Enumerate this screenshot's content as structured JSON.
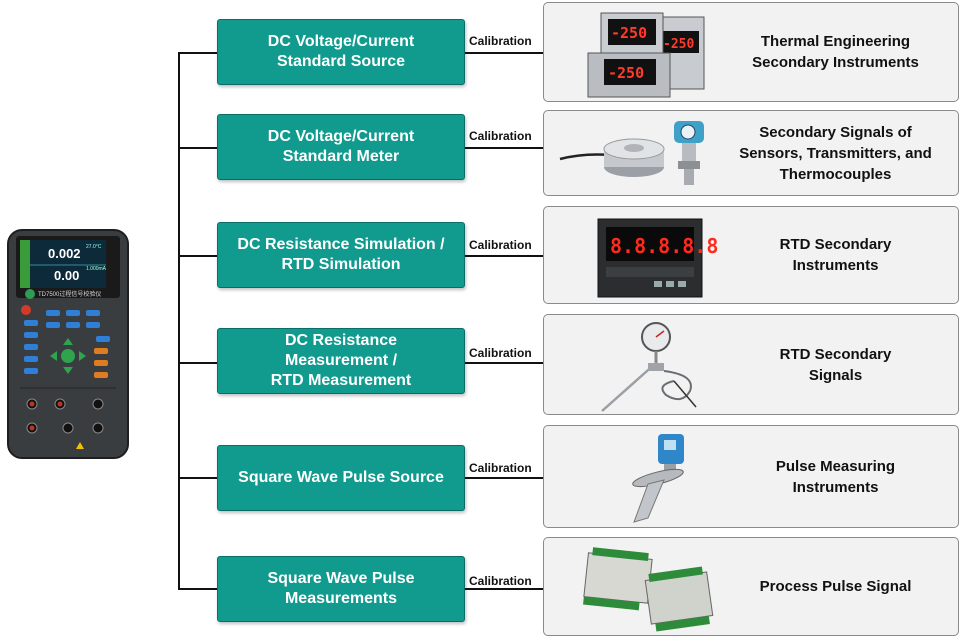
{
  "connector_label": "Calibration",
  "device": {
    "screen_lines": [
      "0.002",
      "0.00"
    ],
    "screen_small": [
      "27.0°C",
      "1.000mA"
    ],
    "model_label": "TD7500过程信号校验仪"
  },
  "functions": [
    {
      "label": "DC Voltage/Current\nStandard Source",
      "target": "Thermal Engineering\nSecondary Instruments",
      "picture": "thermal-controllers"
    },
    {
      "label": "DC Voltage/Current\nStandard Meter",
      "target": "Secondary Signals of\nSensors, Transmitters, and\nThermocouples",
      "picture": "load-cell-and-transmitter"
    },
    {
      "label": "DC Resistance Simulation /\nRTD Simulation",
      "target": "RTD Secondary\nInstruments",
      "picture": "digital-panel-meter"
    },
    {
      "label": "DC Resistance\nMeasurement /\nRTD Measurement",
      "target": "RTD Secondary\nSignals",
      "picture": "thermometer-and-probe"
    },
    {
      "label": "Square Wave Pulse Source",
      "target": "Pulse Measuring\nInstruments",
      "picture": "radar-level-sensor"
    },
    {
      "label": "Square Wave Pulse\nMeasurements",
      "target": "Process Pulse Signal",
      "picture": "signal-isolator-modules"
    }
  ],
  "panel_readouts": {
    "thermal": [
      "-250",
      "-250",
      "-250"
    ],
    "panel_meter": "8.8.8.8.8"
  },
  "colors": {
    "function_box": "#119b8f",
    "instrument_box": "#f2f2f2",
    "connector": "#111111"
  }
}
